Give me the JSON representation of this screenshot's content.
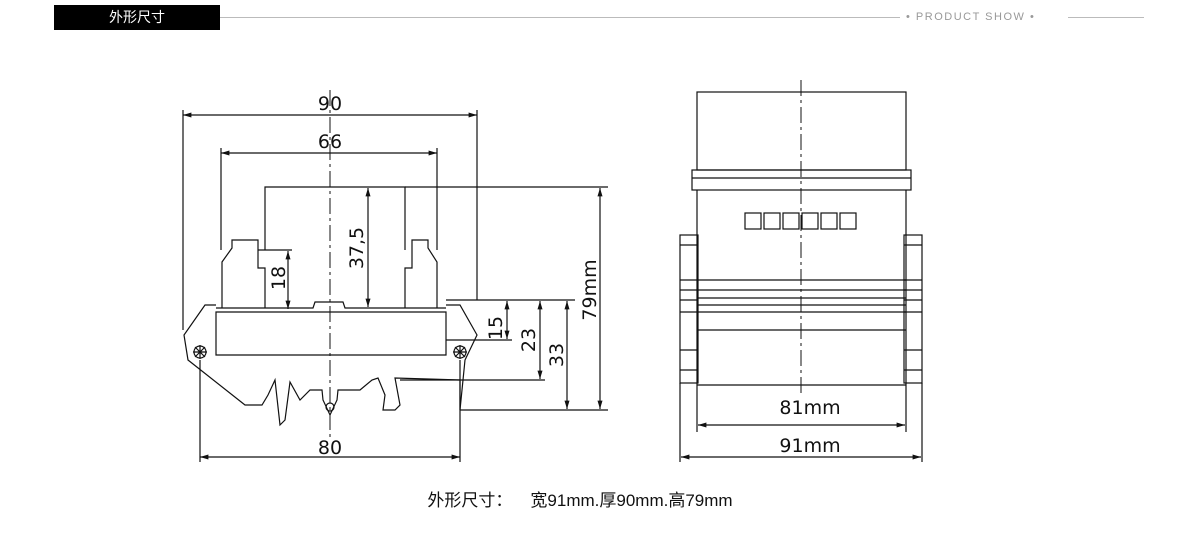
{
  "header": {
    "tab_label": "外形尺寸",
    "right_label": "PRODUCT SHOW"
  },
  "drawing": {
    "front_view": {
      "width_top": "90",
      "width_mid": "66",
      "height_inner": "37,5",
      "height_terminal": "18",
      "width_bottom": "80",
      "side_dims": [
        "15",
        "23",
        "33"
      ],
      "height_total": "79mm"
    },
    "side_view": {
      "inner_width": "81mm",
      "total_width": "91mm"
    }
  },
  "caption": {
    "label": "外形尺寸：",
    "value": "宽91mm.厚90mm.高79mm"
  }
}
